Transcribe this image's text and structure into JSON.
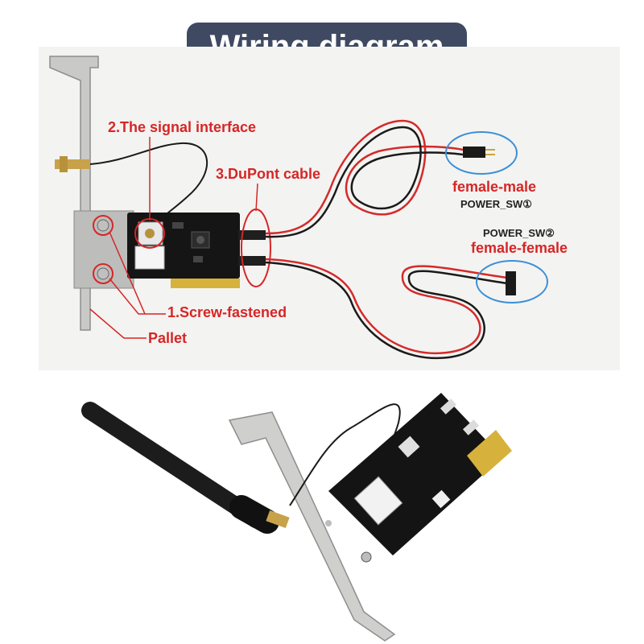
{
  "title": "Wiring diagram",
  "labels": {
    "signal_interface": "2.The signal interface",
    "dupont_cable": "3.DuPont cable",
    "screw_fastened": "1.Screw-fastened",
    "pallet": "Pallet",
    "female_male": "female-male",
    "power_sw1": "POWER_SW①",
    "power_sw2": "POWER_SW②",
    "female_female": "female-female"
  },
  "colors": {
    "banner": "#3f4a62",
    "callout": "#d62626",
    "highlight_circle": "#3b8fd6",
    "pcb": "#151515",
    "wire_red": "#d42a2a",
    "wire_black": "#1a1a1a"
  }
}
